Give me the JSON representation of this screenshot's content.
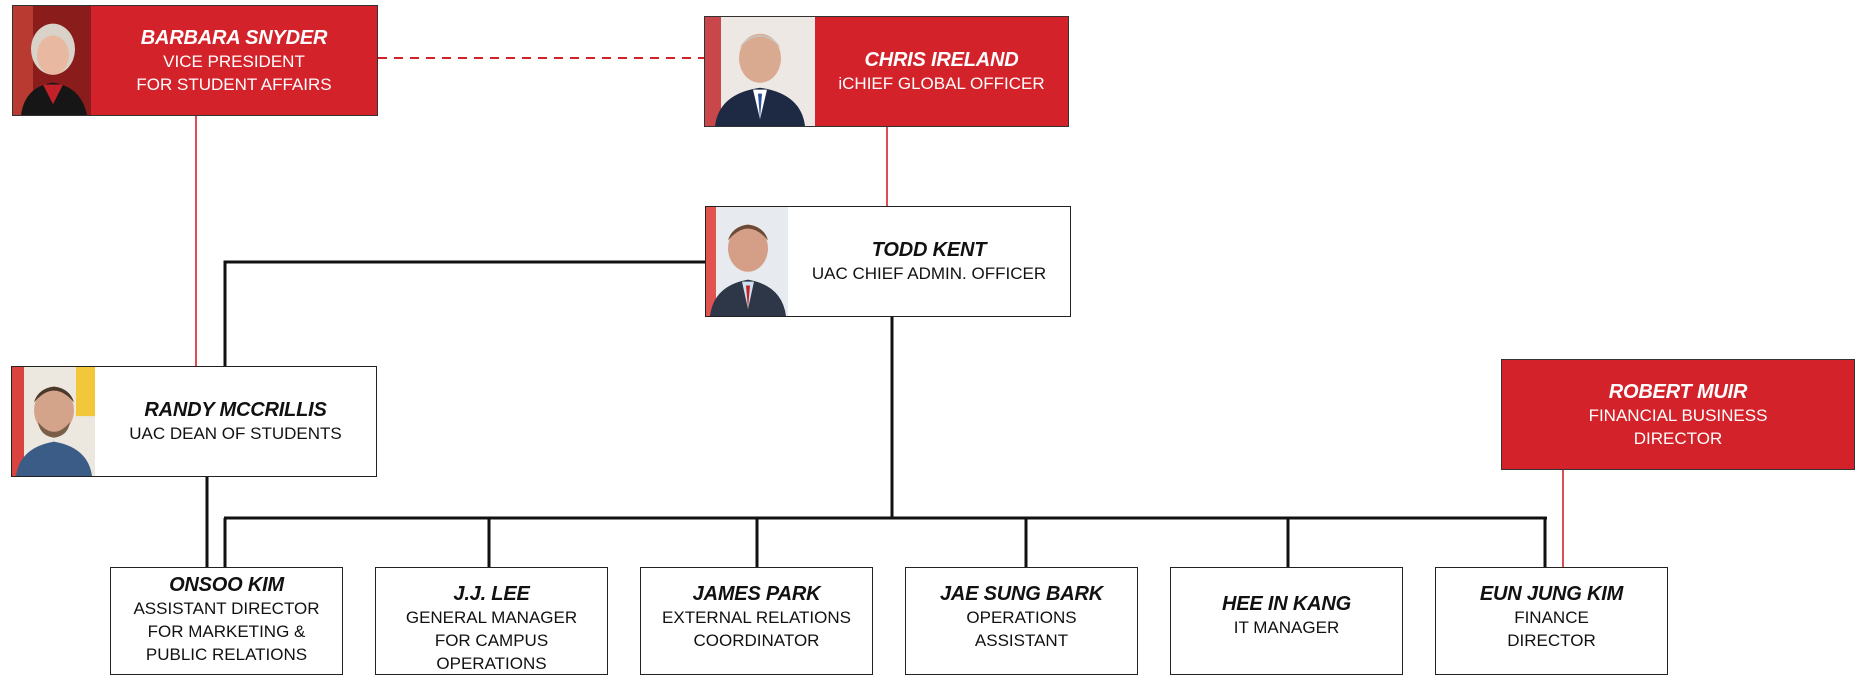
{
  "colors": {
    "accent_red": "#d4222b",
    "line_dark": "#111111",
    "line_red": "#d4222b"
  },
  "people": {
    "barbara": {
      "name": "BARBARA SNYDER",
      "title_1": "VICE PRESIDENT",
      "title_2": "FOR STUDENT AFFAIRS",
      "photo": "barbara-snyder-photo"
    },
    "chris": {
      "name": "CHRIS IRELAND",
      "title_1": "iCHIEF GLOBAL OFFICER",
      "photo": "chris-ireland-photo"
    },
    "todd": {
      "name": "TODD KENT",
      "title_1": "UAC CHIEF ADMIN. OFFICER",
      "photo": "todd-kent-photo"
    },
    "randy": {
      "name": "RANDY MCCRILLIS",
      "title_1": "UAC DEAN OF STUDENTS",
      "photo": "randy-mccrillis-photo"
    },
    "robert": {
      "name": "ROBERT MUIR",
      "title_1": "FINANCIAL BUSINESS",
      "title_2": "DIRECTOR"
    },
    "onsoo": {
      "name": "ONSOO KIM",
      "title_1": "ASSISTANT DIRECTOR",
      "title_2": "FOR MARKETING &",
      "title_3": "PUBLIC RELATIONS"
    },
    "jj": {
      "name": "J.J. LEE",
      "title_1": "GENERAL MANAGER",
      "title_2": "FOR CAMPUS OPERATIONS"
    },
    "james": {
      "name": "JAMES PARK",
      "title_1": "EXTERNAL RELATIONS",
      "title_2": "COORDINATOR"
    },
    "jaesung": {
      "name": "JAE SUNG BARK",
      "title_1": "OPERATIONS",
      "title_2": "ASSISTANT"
    },
    "heein": {
      "name": "HEE IN KANG",
      "title_1": "IT MANAGER"
    },
    "eunjung": {
      "name": "EUN JUNG KIM",
      "title_1": "FINANCE",
      "title_2": "DIRECTOR"
    }
  }
}
